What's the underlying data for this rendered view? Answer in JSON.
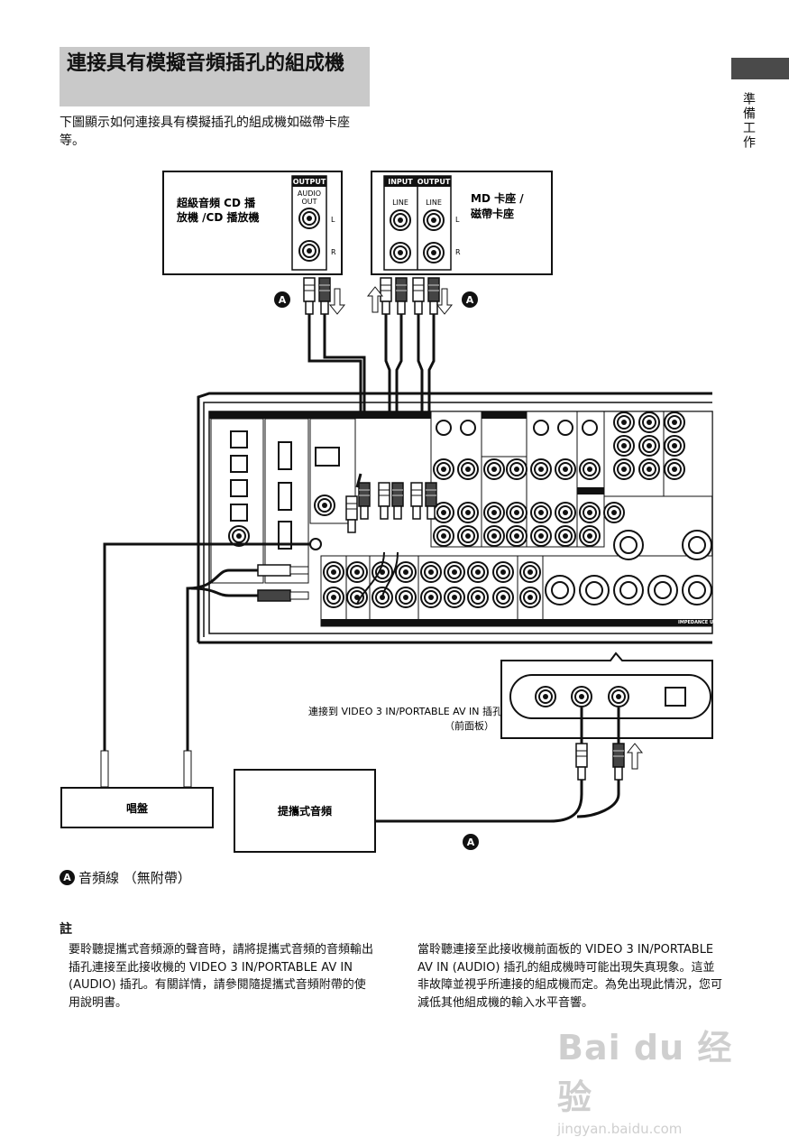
{
  "header": {
    "title": "連接具有模擬音頻插孔的組成機",
    "side_label": "準備工作"
  },
  "intro": "下圖顯示如何連接具有模擬插孔的組成機如磁帶卡座等。",
  "diagram": {
    "cd_player": {
      "name_line1": "超級音頻 CD 播",
      "name_line2": "放機 /CD 播放機",
      "panel_label": "OUTPUT",
      "jack_label_1": "AUDIO",
      "jack_label_2": "OUT",
      "left": "L",
      "right": "R"
    },
    "md_deck": {
      "name_line1": "MD 卡座 /",
      "name_line2": "磁帶卡座",
      "input_label": "INPUT",
      "output_label": "OUTPUT",
      "line_label": "LINE",
      "left": "L",
      "right": "R"
    },
    "cable_marker": "A",
    "receiver_label": "IMPEDANCE US",
    "front_connect_line1": "連接到 VIDEO 3 IN/PORTABLE AV IN 插孔",
    "front_connect_line2": "（前面板）",
    "turntable": "唱盤",
    "portable": "提攜式音頻"
  },
  "legend": {
    "marker": "A",
    "text": "音頻線 （無附帶）"
  },
  "notes": {
    "heading": "註",
    "left": "要聆聽提攜式音頻源的聲音時，請將提攜式音頻的音頻輸出插孔連接至此接收機的 VIDEO 3 IN/PORTABLE AV IN (AUDIO) 插孔。有關詳情，請參閱隨提攜式音頻附帶的使用說明書。",
    "right": "當聆聽連接至此接收機前面板的 VIDEO 3 IN/PORTABLE AV IN (AUDIO) 插孔的組成機時可能出現失真現象。這並非故障並視乎所連接的組成機而定。為免出現此情況，您可減低其他組成機的輸入水平音響。"
  },
  "watermark": {
    "main": "Bai du 经验",
    "sub": "jingyan.baidu.com"
  },
  "colors": {
    "title_bg": "#c9c9c9",
    "tab": "#4a4a4a",
    "ink": "#111111"
  }
}
